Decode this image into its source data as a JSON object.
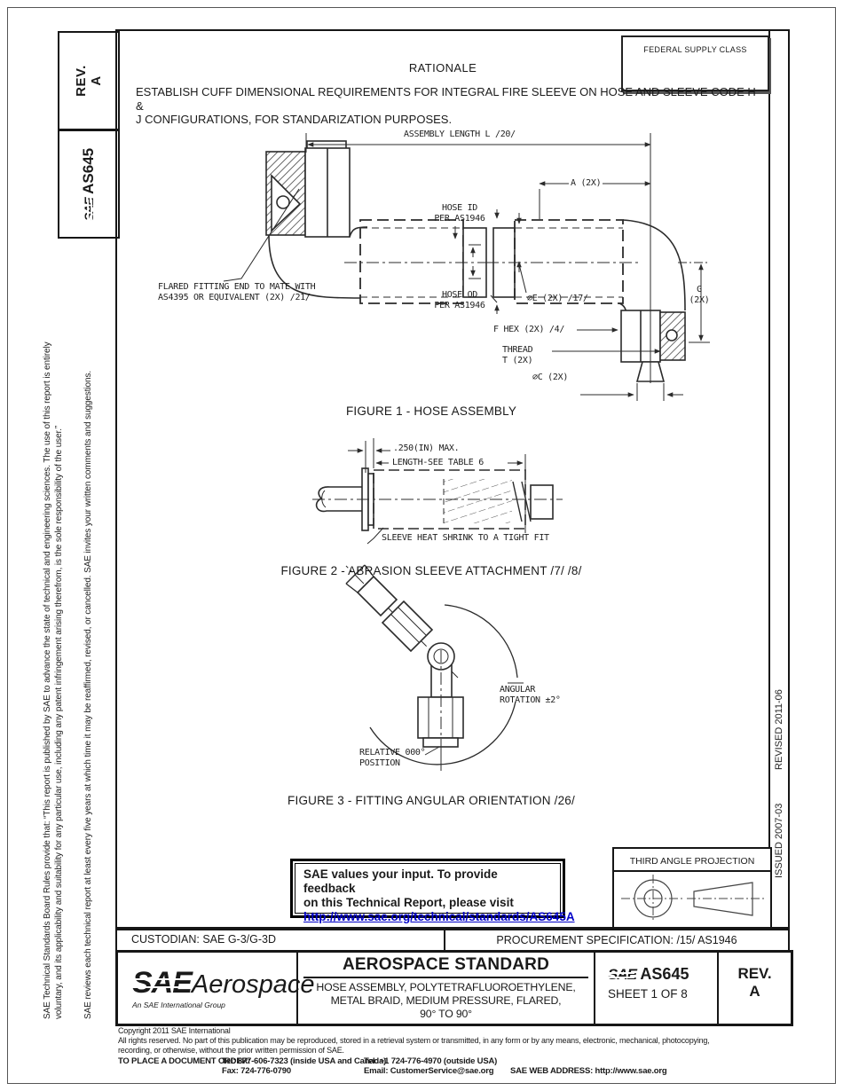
{
  "header": {
    "rationale_title": "RATIONALE",
    "rationale_line1": "ESTABLISH CUFF DIMENSIONAL REQUIREMENTS FOR INTEGRAL FIRE SLEEVE ON HOSE AND SLEEVE CODE H &",
    "rationale_line2": "J CONFIGURATIONS, FOR STANDARIZATION PURPOSES.",
    "federal_supply_class": "FEDERAL SUPPLY CLASS"
  },
  "tabs": {
    "rev": "REV.\nA",
    "sae": "SAE",
    "doc": "AS645"
  },
  "margins": {
    "disclaimer_line1": "SAE Technical Standards Board Rules provide that: “This report is published by SAE to advance the state of technical and engineering sciences. The use of this report is entirely",
    "disclaimer_line2": "voluntary, and its applicability and suitability for any particular use, including any patent infringement arising therefrom, is the sole responsibility of the user.”",
    "review_note": "SAE reviews each technical report at least every five years at which time it may be reaffirmed, revised, or cancelled. SAE invites your written comments and suggestions.",
    "issued": "ISSUED 2007-03",
    "revised": "REVISED 2011-06"
  },
  "figure1": {
    "caption": "FIGURE 1 - HOSE ASSEMBLY",
    "assembly_length": "ASSEMBLY LENGTH L /20/",
    "a": "A (2X)",
    "hose_id": "HOSE ID\nPER AS1946",
    "flared": "FLARED FITTING END TO MATE WITH\nAS4395 OR EQUIVALENT (2X) /21/",
    "hose_od": "HOSE OD\nPER AS1946",
    "e": "⌀E (2X) /17/",
    "g": "G\n(2X)",
    "f_hex": "F HEX (2X) /4/",
    "thread": "THREAD\nT (2X)",
    "c": "⌀C (2X)"
  },
  "figure2": {
    "caption": "FIGURE 2 - ABRASION SLEEVE ATTACHMENT /7/ /8/",
    "max": ".250(IN) MAX.",
    "length": "LENGTH-SEE TABLE 6",
    "sleeve": "SLEEVE HEAT SHRINK TO A TIGHT FIT"
  },
  "figure3": {
    "caption": "FIGURE 3 - FITTING ANGULAR ORIENTATION /26/",
    "angular": "ANGULAR\nROTATION ±2°",
    "relative": "RELATIVE 000°\nPOSITION"
  },
  "feedback": {
    "line1": "SAE values your input. To provide feedback",
    "line2": "on this Technical Report, please visit",
    "link": "http://www.sae.org/technical/standards/AS645A"
  },
  "projection": {
    "title": "THIRD ANGLE PROJECTION"
  },
  "bottom": {
    "custodian": "CUSTODIAN: SAE G-3/G-3D",
    "procurement": "PROCUREMENT SPECIFICATION: /15/ AS1946"
  },
  "title_block": {
    "brand_sae": "SAE",
    "brand_name": "Aerospace",
    "brand_sub": "An SAE International Group",
    "heading": "AEROSPACE STANDARD",
    "sub1": "HOSE ASSEMBLY, POLYTETRAFLUOROETHYLENE,",
    "sub2": "METAL BRAID, MEDIUM PRESSURE, FLARED,",
    "sub3": "90° TO 90°",
    "doc_sae": "SAE",
    "doc_num": "AS645",
    "sheet": "SHEET 1 OF 8",
    "rev": "REV.\nA"
  },
  "footer": {
    "copyright": "Copyright 2011 SAE International",
    "rights1": "All rights reserved. No part of this publication may be reproduced, stored in a retrieval system or transmitted, in any form or by any means, electronic, mechanical, photocopying,",
    "rights2": "recording, or otherwise, without the prior written permission of SAE.",
    "order_label": "TO PLACE A DOCUMENT ORDER:",
    "tel1": "Tel: 877-606-7323 (inside USA and Canada)",
    "tel2": "Tel: +1 724-776-4970 (outside USA)",
    "fax": "Fax: 724-776-0790",
    "email": "Email: CustomerService@sae.org",
    "web": "SAE WEB ADDRESS: http://www.sae.org"
  },
  "colors": {
    "link": "#0000c8",
    "line": "#2b2b2b"
  }
}
